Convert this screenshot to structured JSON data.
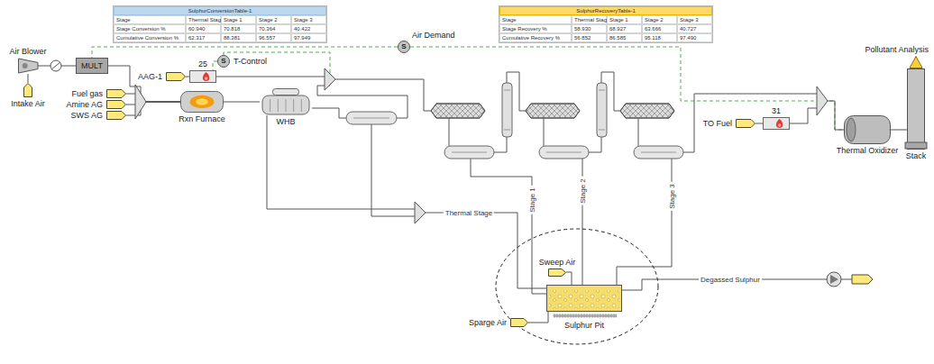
{
  "diagram": {
    "nodes": [
      {
        "text": [
          "Air Blower"
        ]
      },
      {
        "text": [
          "Intake Air"
        ]
      },
      {
        "text": [
          "MULT"
        ]
      },
      {
        "text": [
          "Fuel gas"
        ]
      },
      {
        "text": [
          "Amine AG"
        ]
      },
      {
        "text": [
          "SWS AG"
        ]
      },
      {
        "text": [
          "Rxn Furnace"
        ]
      },
      {
        "text": [
          "WHB"
        ]
      },
      {
        "text": [
          "S",
          "Air Demand"
        ]
      },
      {
        "text": [
          "S",
          "T-Control"
        ]
      },
      {
        "text": [
          "AAG-1"
        ]
      },
      {
        "text": [
          "25"
        ]
      },
      {
        "text": [
          "TO Fuel"
        ]
      },
      {
        "text": [
          "31"
        ]
      },
      {
        "text": [
          "Thermal Oxidizer"
        ]
      },
      {
        "text": [
          "Stack"
        ]
      },
      {
        "text": [
          "Pollutant Analysis"
        ]
      },
      {
        "text": [
          "Sweep Air"
        ]
      },
      {
        "text": [
          "Sparge Air"
        ]
      },
      {
        "text": [
          "Sulphur Pit"
        ]
      }
    ],
    "edges": [
      {
        "from": 1,
        "to": 0,
        "arrow": "none"
      },
      {
        "from": 0,
        "to": 2,
        "arrow": "none"
      },
      {
        "from": 2,
        "to": 6,
        "arrow": "none"
      },
      {
        "from": 3,
        "to": 6,
        "arrow": "none"
      },
      {
        "from": 4,
        "to": 6,
        "arrow": "none"
      },
      {
        "from": 5,
        "to": 6,
        "arrow": "none"
      },
      {
        "from": 6,
        "to": 7,
        "arrow": "none"
      },
      {
        "from": 8,
        "to": 2,
        "arrow": "none"
      },
      {
        "from": 8,
        "to": 14,
        "arrow": "none"
      },
      {
        "from": 10,
        "to": 11,
        "arrow": "none"
      },
      {
        "from": 9,
        "to": 11,
        "arrow": "none"
      },
      {
        "from": 12,
        "to": 13,
        "arrow": "none"
      },
      {
        "from": 13,
        "to": 14,
        "arrow": "none"
      },
      {
        "from": 14,
        "to": 15,
        "arrow": "none"
      },
      {
        "from": 17,
        "to": 19,
        "arrow": "none"
      },
      {
        "from": 18,
        "to": 19,
        "arrow": "none"
      }
    ],
    "labels": [
      "SulphurConversionTable-1",
      "Stage",
      "Thermal Stage",
      "Stage 1",
      "Stage 2",
      "Stage 3",
      "Stage Conversion %",
      "60.940",
      "70.818",
      "70.364",
      "40.422",
      "Cumulative Conversion %",
      "62.317",
      "88.381",
      "96.557",
      "97.949",
      "SulphurRecoveryTable-1",
      "Stage",
      "Thermal Stage",
      "Stage 1",
      "Stage 2",
      "Stage 3",
      "Stage Recovery %",
      "58.930",
      "68.927",
      "63.666",
      "40.727",
      "Cumulative Recovery %",
      "56.852",
      "86.585",
      "95.118",
      "97.490",
      "Thermal Stage",
      "Stage 1",
      "Stage 2",
      "Stage 3",
      "Degassed Sulphur"
    ]
  }
}
